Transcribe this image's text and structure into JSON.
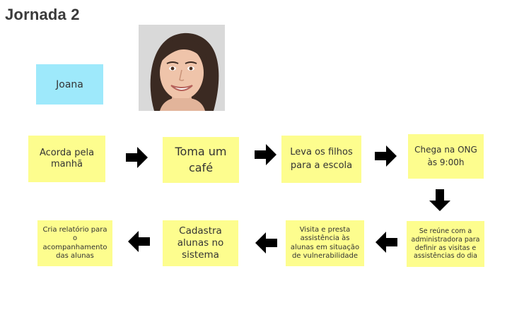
{
  "title": "Jornada 2",
  "persona": {
    "name": "Joana"
  },
  "photo": {
    "description_icon": "woman-portrait"
  },
  "colors": {
    "sticky": "#fdfd8e",
    "persona": "#9ee9fb",
    "arrow": "#000000"
  },
  "steps": [
    "Acorda pela manhã",
    "Toma um café",
    "Leva os filhos para a escola",
    "Chega na ONG às 9:00h",
    "Se reúne com a administradora para definir as visitas e assistências do dia",
    "Visita e presta assistência às alunas em situação de vulnerabilidade",
    "Cadastra alunas no sistema",
    "Cria relatório para o acompanhamento das alunas"
  ]
}
